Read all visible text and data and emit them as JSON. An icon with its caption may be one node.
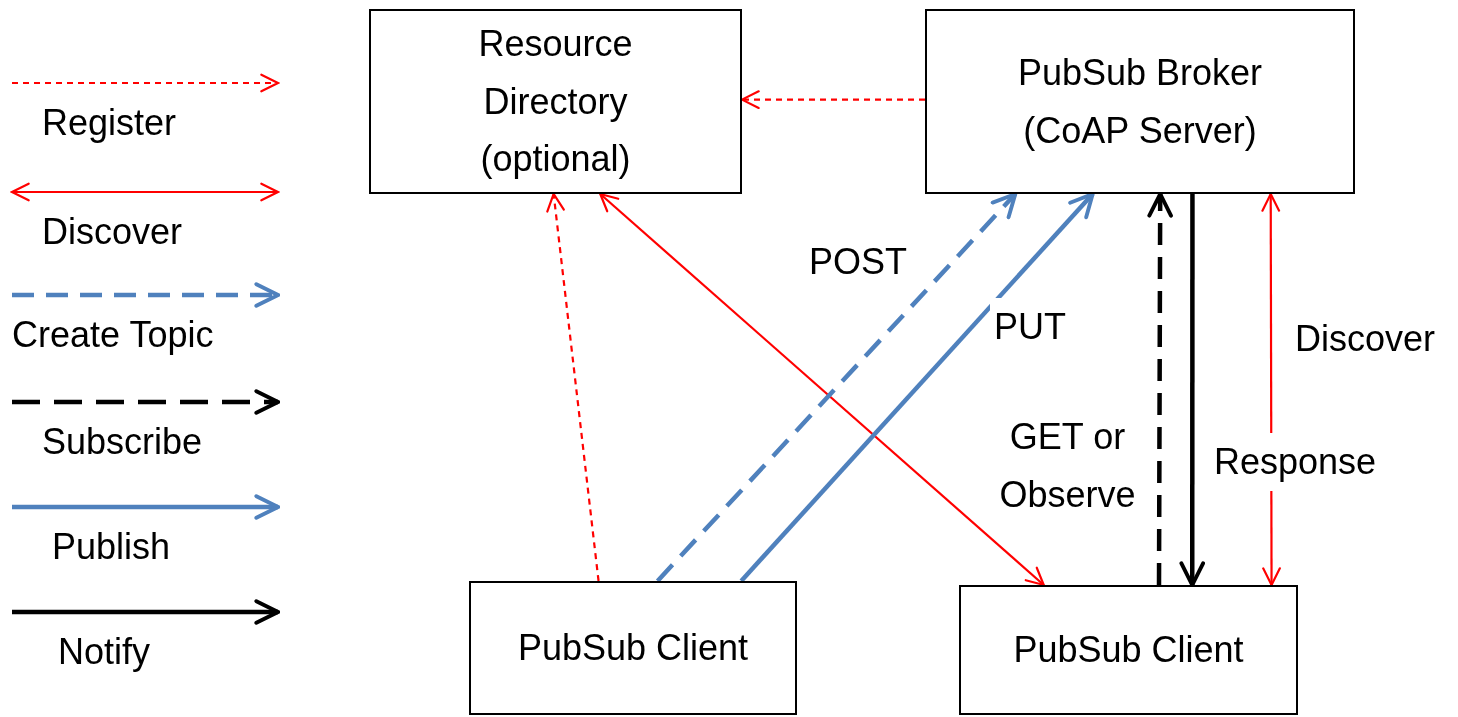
{
  "diagram": {
    "nodes": [
      {
        "text": [
          "Resource Directory (optional)"
        ]
      },
      {
        "text": [
          "PubSub Broker (CoAP Server)"
        ]
      },
      {
        "text": [
          "PubSub Client"
        ]
      },
      {
        "text": [
          "PubSub Client"
        ]
      }
    ],
    "edges": [
      {
        "from": 1,
        "to": 0,
        "arrow": "to",
        "style": "dashed",
        "color": "#ff0000"
      },
      {
        "from": 2,
        "to": 0,
        "arrow": "to",
        "style": "dashed",
        "color": "#ff0000"
      },
      {
        "from": 0,
        "to": 3,
        "arrow": "both",
        "color": "#ff0000"
      },
      {
        "from": 2,
        "to": 1,
        "arrow": "to",
        "label": "POST",
        "style": "dashed",
        "color": "#4f81bd"
      },
      {
        "from": 2,
        "to": 1,
        "arrow": "to",
        "label": "PUT",
        "style": "thick",
        "color": "#4f81bd"
      },
      {
        "from": 3,
        "to": 1,
        "arrow": "to",
        "label": "GET or Observe",
        "style": "dashed",
        "color": "#000000"
      },
      {
        "from": 1,
        "to": 3,
        "arrow": "to",
        "label": "Response",
        "style": "thick",
        "color": "#000000"
      },
      {
        "from": 1,
        "to": 3,
        "arrow": "both",
        "label": "Discover",
        "color": "#ff0000"
      }
    ],
    "legend": [
      {
        "text": "Register"
      },
      {
        "text": "Discover"
      },
      {
        "text": "Create Topic"
      },
      {
        "text": "Subscribe"
      },
      {
        "text": "Publish"
      },
      {
        "text": "Notify"
      }
    ]
  }
}
